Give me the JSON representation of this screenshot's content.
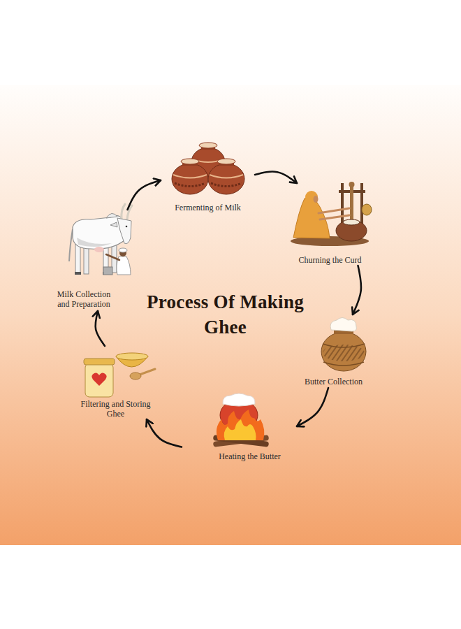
{
  "diagram": {
    "title": "Process Of Making Ghee",
    "nodes": [
      {
        "text": [
          "Milk Collection and Preparation"
        ]
      },
      {
        "text": [
          "Fermenting of Milk"
        ]
      },
      {
        "text": [
          "Churning the Curd"
        ]
      },
      {
        "text": [
          "Butter Collection"
        ]
      },
      {
        "text": [
          "Heating the Butter"
        ]
      },
      {
        "text": [
          "Filtering and Storing Ghee"
        ]
      }
    ],
    "edges": [
      {
        "from": 0,
        "to": 1,
        "arrow": "to"
      },
      {
        "from": 1,
        "to": 2,
        "arrow": "to"
      },
      {
        "from": 2,
        "to": 3,
        "arrow": "to"
      },
      {
        "from": 3,
        "to": 4,
        "arrow": "to"
      },
      {
        "from": 4,
        "to": 5,
        "arrow": "to"
      },
      {
        "from": 5,
        "to": 0,
        "arrow": "to"
      }
    ]
  }
}
